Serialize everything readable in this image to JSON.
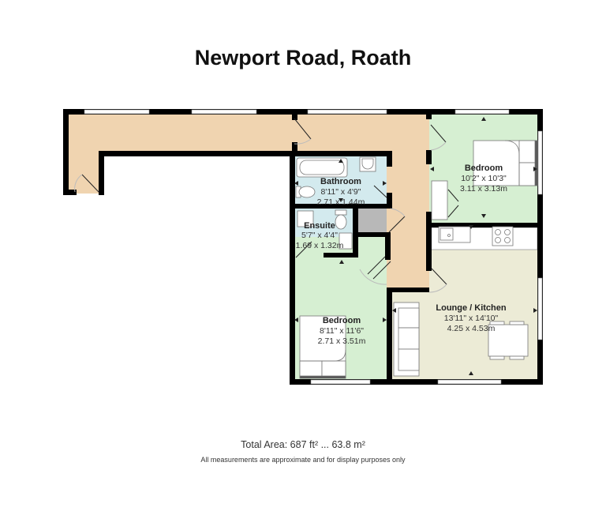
{
  "title": "Newport Road, Roath",
  "colors": {
    "wall": "#000000",
    "hallway": "#f0d4b0",
    "bedroom": "#d6efd2",
    "bathroom": "#d3eaee",
    "lounge": "#ecebd6",
    "cupboard": "#b8b8b8",
    "window": "#ffffff"
  },
  "rooms": [
    {
      "name": "Bathroom",
      "imperial": "8'11\" x 4'9\"",
      "metric": "2.71 x 1.44m"
    },
    {
      "name": "Bedroom",
      "imperial": "10'2\" x 10'3\"",
      "metric": "3.11 x 3.13m"
    },
    {
      "name": "Ensuite",
      "imperial": "5'7\" x 4'4\"",
      "metric": "1.69 x 1.32m"
    },
    {
      "name": "Lounge / Kitchen",
      "imperial": "13'11\" x 14'10\"",
      "metric": "4.25 x 4.53m"
    },
    {
      "name": "Bedroom",
      "imperial": "8'11\" x 11'6\"",
      "metric": "2.71 x 3.51m"
    }
  ],
  "footer": {
    "total_area": "Total Area: 687 ft² ... 63.8 m²",
    "disclaimer": "All measurements are approximate and for display purposes only"
  }
}
